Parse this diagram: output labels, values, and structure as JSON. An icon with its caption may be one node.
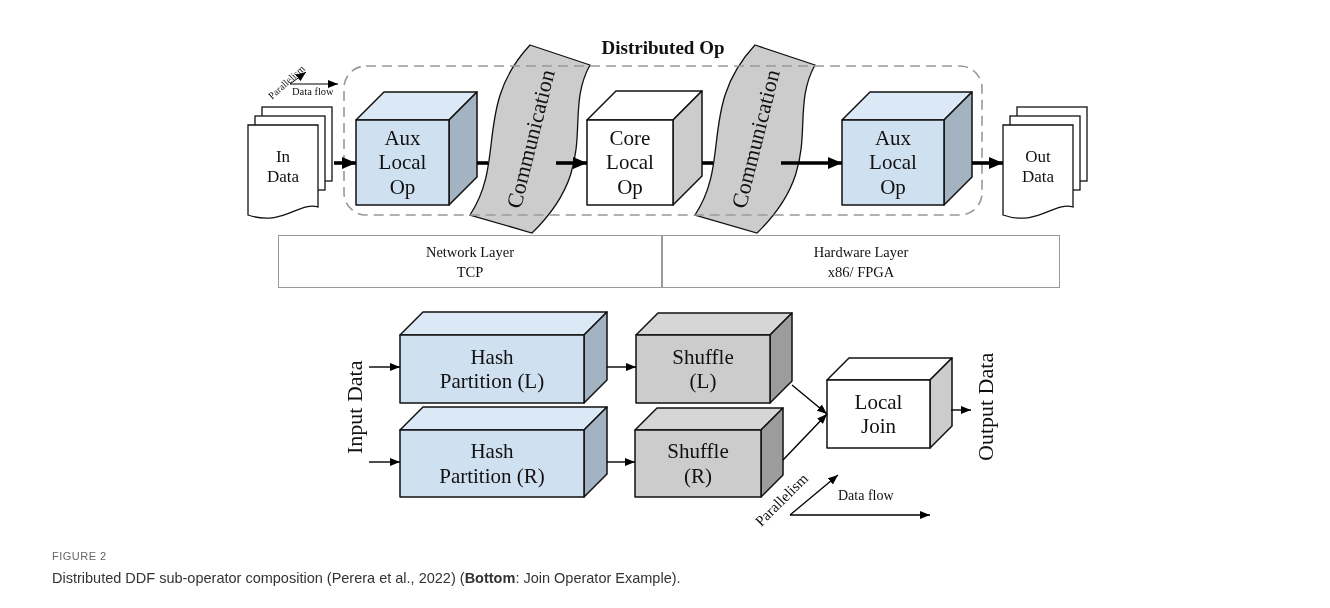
{
  "diagram": {
    "caption": "Distributed DDF sub-operator composition (Perera et al., 2022) (**Bottom**: Join Operator Example).",
    "nodes": [
      {
        "text": [
          "Distributed Op"
        ]
      },
      {
        "text": [
          "In Data"
        ]
      },
      {
        "text": [
          "Aux Local Op"
        ],
        "in": 0
      },
      {
        "text": [
          "Communication"
        ]
      },
      {
        "text": [
          "Core Local Op"
        ],
        "in": 0
      },
      {
        "text": [
          "Communication"
        ]
      },
      {
        "text": [
          "Aux Local Op"
        ],
        "in": 0
      },
      {
        "text": [
          "Out Data"
        ]
      },
      {
        "text": [
          "Network Layer",
          "TCP"
        ]
      },
      {
        "text": [
          "Hardware Layer",
          "x86/ FPGA"
        ]
      },
      {
        "text": [
          "Input Data"
        ]
      },
      {
        "text": [
          "Hash Partition (L)"
        ]
      },
      {
        "text": [
          "Shuffle (L)"
        ]
      },
      {
        "text": [
          "Hash Partition (R)"
        ]
      },
      {
        "text": [
          "Shuffle (R)"
        ]
      },
      {
        "text": [
          "Local Join"
        ]
      },
      {
        "text": [
          "Output Data"
        ]
      }
    ],
    "edges": [
      {
        "from": 1,
        "to": 2,
        "arrow": "to",
        "style": "thick"
      },
      {
        "from": 2,
        "to": 3,
        "arrow": "none",
        "style": "thick"
      },
      {
        "from": 3,
        "to": 4,
        "arrow": "to",
        "style": "thick"
      },
      {
        "from": 4,
        "to": 5,
        "arrow": "none",
        "style": "thick"
      },
      {
        "from": 5,
        "to": 6,
        "arrow": "to",
        "style": "thick"
      },
      {
        "from": 6,
        "to": 7,
        "arrow": "to",
        "style": "thick"
      },
      {
        "from": 10,
        "to": 11,
        "arrow": "to"
      },
      {
        "from": 10,
        "to": 13,
        "arrow": "to"
      },
      {
        "from": 11,
        "to": 12,
        "arrow": "to"
      },
      {
        "from": 13,
        "to": 14,
        "arrow": "to"
      },
      {
        "from": 12,
        "to": 15,
        "arrow": "to"
      },
      {
        "from": 14,
        "to": 15,
        "arrow": "to"
      },
      {
        "from": 15,
        "to": 16,
        "arrow": "to"
      }
    ],
    "labels": [
      "Parallelism",
      "Data flow",
      "Parallelism",
      "Data flow",
      "FIGURE 2"
    ]
  }
}
